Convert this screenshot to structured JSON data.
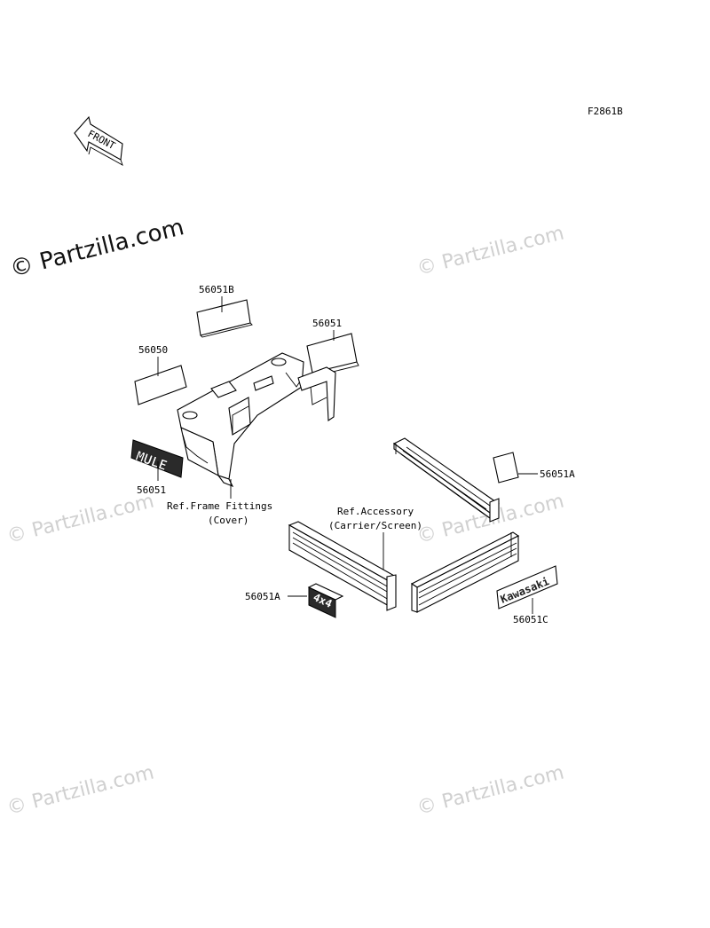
{
  "diagram": {
    "code": "F2861B",
    "front_label": "FRONT",
    "watermark_main": "© Partzilla.com",
    "watermark_faint": "© Partzilla.com",
    "emblems": {
      "mule": "MULE",
      "four_by_four": "4x4",
      "kawasaki": "Kawasaki"
    },
    "labels": {
      "p56051B": "56051B",
      "p56050": "56050",
      "p56051_top": "56051",
      "p56051_mule": "56051",
      "ref_frame_1": "Ref.Frame Fittings",
      "ref_frame_2": "(Cover)",
      "ref_acc_1": "Ref.Accessory",
      "ref_acc_2": "(Carrier/Screen)",
      "p56051A_right": "56051A",
      "p56051A_left": "56051A",
      "p56051C": "56051C"
    }
  }
}
